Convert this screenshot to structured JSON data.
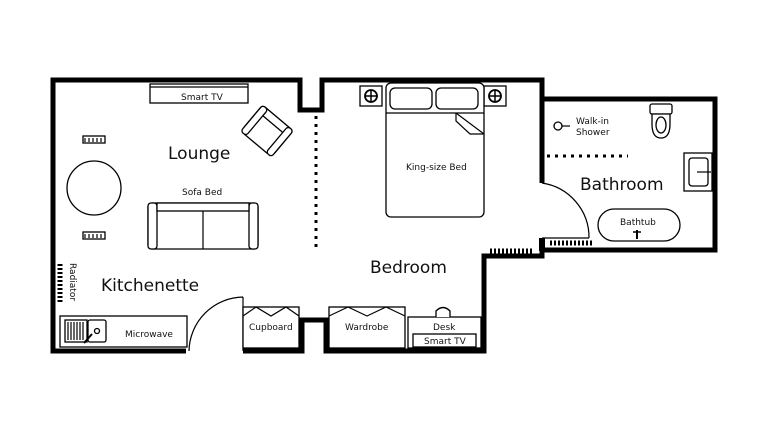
{
  "rooms": {
    "lounge": "Lounge",
    "kitchenette": "Kitchenette",
    "bedroom": "Bedroom",
    "bathroom": "Bathroom"
  },
  "fixtures": {
    "smart_tv_top": "Smart TV",
    "sofa_bed": "Sofa Bed",
    "king_bed": "King-size Bed",
    "walk_in_shower_line1": "Walk-in",
    "walk_in_shower_line2": "Shower",
    "bathtub": "Bathtub",
    "radiator": "Radiator",
    "microwave": "Microwave",
    "cupboard": "Cupboard",
    "wardrobe": "Wardrobe",
    "desk": "Desk",
    "smart_tv_bottom": "Smart TV"
  }
}
